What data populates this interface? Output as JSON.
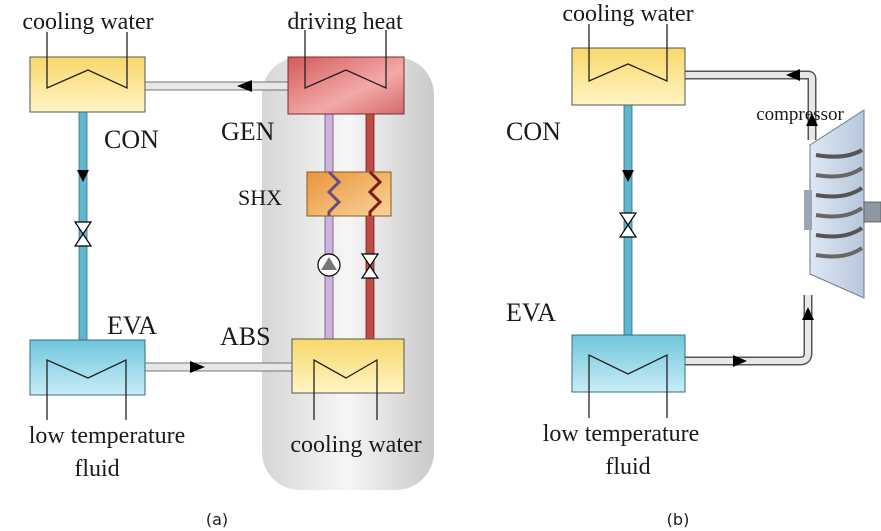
{
  "panel_a": {
    "caption": "(a)",
    "labels": {
      "cooling_water_top": "cooling water",
      "driving_heat": "driving heat",
      "con": "CON",
      "gen": "GEN",
      "shx": "SHX",
      "eva": "EVA",
      "abs": "ABS",
      "low_temp_line1": "low temperature",
      "low_temp_line2": "fluid",
      "cooling_water_bottom": "cooling water"
    }
  },
  "panel_b": {
    "caption": "(b)",
    "labels": {
      "cooling_water_top": "cooling water",
      "compressor": "compressor",
      "con": "CON",
      "eva": "EVA",
      "low_temp_line1": "low temperature",
      "low_temp_line2": "fluid"
    }
  },
  "colors": {
    "condenser_fill": "#fbe79a",
    "evaporator_fill": "#8fd3e6",
    "generator_fill": "#e07a7a",
    "shx_fill": "#f2b25e",
    "absorber_fill": "#fbe79a",
    "pipe_blue": "#6cc4dc",
    "pipe_red": "#b2403a",
    "pipe_purple": "#c8a6d6",
    "pipe_gray": "#d9d9d9"
  }
}
